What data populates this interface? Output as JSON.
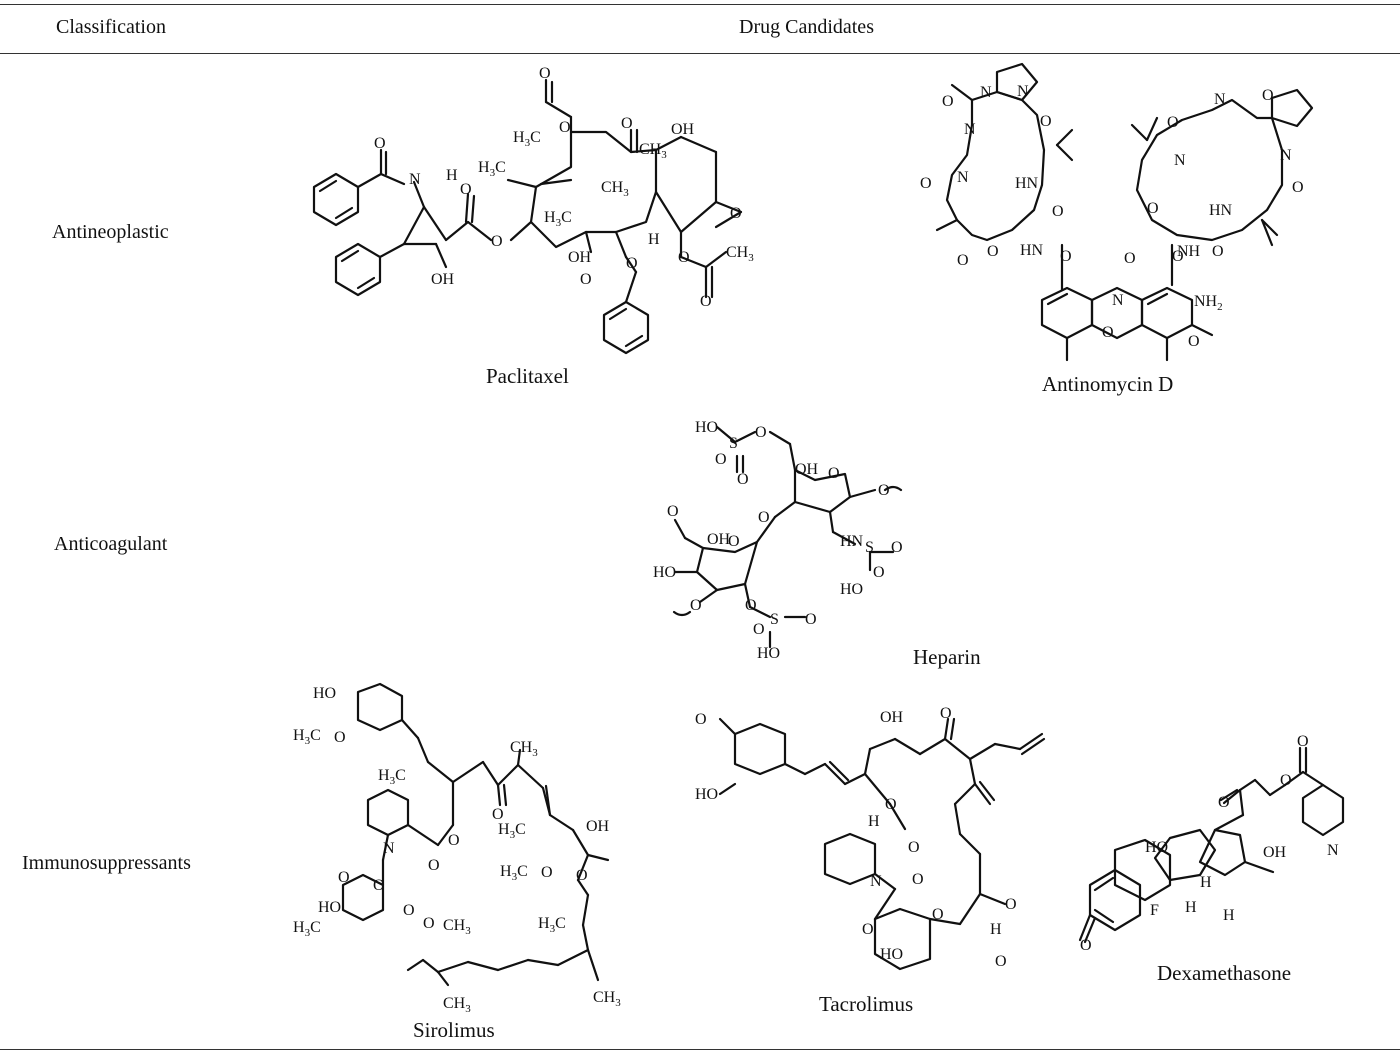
{
  "table": {
    "headers": {
      "classification": "Classification",
      "drug_candidates": "Drug Candidates"
    },
    "rows": [
      {
        "classification": "Antineoplastic",
        "drugs": [
          "Paclitaxel",
          "Antinomycin D"
        ]
      },
      {
        "classification": "Anticoagulant",
        "drugs": [
          "Heparin"
        ]
      },
      {
        "classification": "Immunosuppressants",
        "drugs": [
          "Sirolimus",
          "Tacrolimus",
          "Dexamethasone"
        ]
      }
    ]
  },
  "atom_labels": {
    "paclitaxel": [
      "H3C",
      "O",
      "OH",
      "CH3",
      "H3C",
      "N",
      "H",
      "CH3",
      "H3C",
      "O",
      "O",
      "OH",
      "H",
      "OH",
      "O",
      "O",
      "CH3",
      "O",
      "O"
    ],
    "antinomycin": [
      "O",
      "N",
      "O",
      "N",
      "HN",
      "O",
      "O",
      "N",
      "O",
      "O",
      "HN",
      "O",
      "N",
      "N",
      "NH2",
      "O",
      "O",
      "O",
      "N",
      "O",
      "O",
      "N",
      "NH",
      "O",
      "HN",
      "O",
      "N",
      "O"
    ],
    "heparin": [
      "HO",
      "S",
      "O",
      "O",
      "O",
      "OH",
      "O",
      "O",
      "OH",
      "O",
      "HN",
      "S",
      "O",
      "O",
      "HO",
      "HO",
      "O",
      "O",
      "O",
      "S",
      "O",
      "O",
      "HO"
    ],
    "sirolimus": [
      "HO",
      "H3C",
      "O",
      "CH3",
      "H3C",
      "O",
      "H3C",
      "OH",
      "O",
      "N",
      "O",
      "O",
      "O",
      "H3C",
      "O",
      "O",
      "O",
      "HO",
      "H3C",
      "O",
      "CH3",
      "H3C",
      "CH3",
      "CH3"
    ],
    "tacrolimus": [
      "O",
      "HO",
      "OH",
      "O",
      "O",
      "H",
      "O",
      "O",
      "N",
      "O",
      "O",
      "O",
      "HO",
      "H",
      "O"
    ],
    "dexamethasone": [
      "O",
      "O",
      "N",
      "O",
      "HO",
      "OH",
      "H",
      "H",
      "F",
      "H",
      "O"
    ]
  }
}
